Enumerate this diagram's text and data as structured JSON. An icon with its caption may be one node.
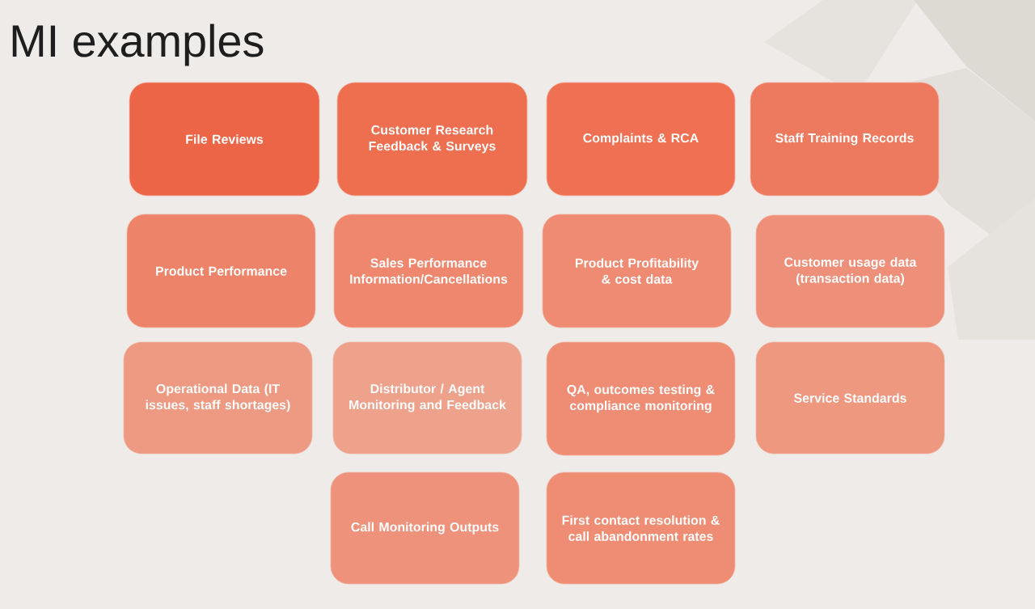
{
  "diagram": {
    "title": "MI examples",
    "nodes": [
      {
        "text": [
          "File Reviews"
        ]
      },
      {
        "text": [
          "Customer Research Feedback & Surveys"
        ]
      },
      {
        "text": [
          "Complaints & RCA"
        ]
      },
      {
        "text": [
          "Staff Training Records"
        ]
      },
      {
        "text": [
          "Product Performance"
        ]
      },
      {
        "text": [
          "Sales Performance Information/Cancellations"
        ]
      },
      {
        "text": [
          "Product Profitability & cost data"
        ]
      },
      {
        "text": [
          "Customer usage data (transaction data)"
        ]
      },
      {
        "text": [
          "Operational Data (IT issues, staff shortages)"
        ]
      },
      {
        "text": [
          "Distributor / Agent Monitoring and Feedback"
        ]
      },
      {
        "text": [
          "QA, outcomes testing & compliance monitoring"
        ]
      },
      {
        "text": [
          "Service Standards"
        ]
      },
      {
        "text": [
          "Call Monitoring Outputs"
        ]
      },
      {
        "text": [
          "First contact resolution & call abandonment rates"
        ]
      }
    ]
  }
}
